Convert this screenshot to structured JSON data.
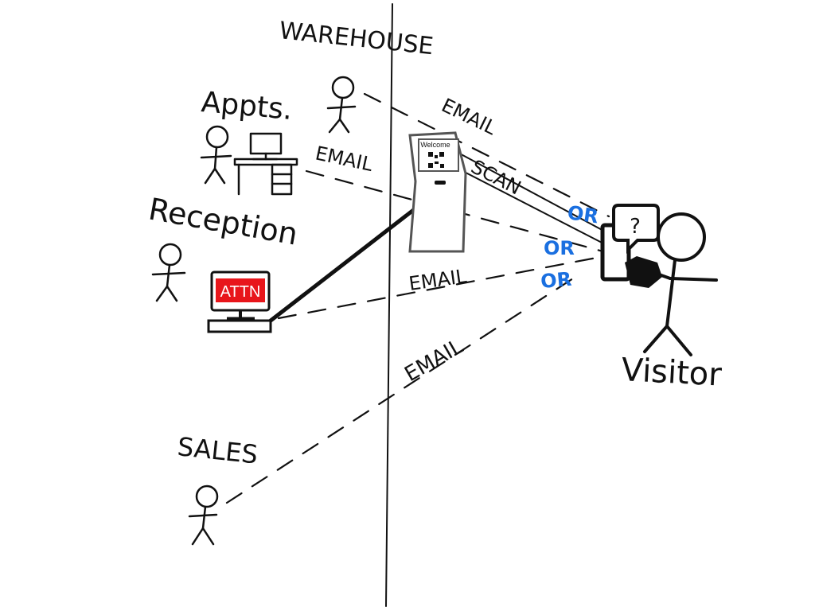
{
  "labels": {
    "warehouse": "WAREHOUSE",
    "appts": "Appts.",
    "reception": "Reception",
    "sales": "SALES",
    "visitor": "Visitor"
  },
  "connections": {
    "email_warehouse": "EMAIL",
    "email_appts": "EMAIL",
    "email_reception": "EMAIL",
    "email_sales": "EMAIL",
    "scan": "SCAN",
    "or_1": "OR",
    "or_2": "OR",
    "or_3": "OR"
  },
  "kiosk": {
    "screen_text": "Welcome"
  },
  "reception_monitor": {
    "screen_text": "ATTN"
  },
  "speech_bubble": {
    "text": "?"
  },
  "colors": {
    "ink": "#111111",
    "or_blue": "#1a6fe0",
    "attn_red": "#e8161b"
  }
}
